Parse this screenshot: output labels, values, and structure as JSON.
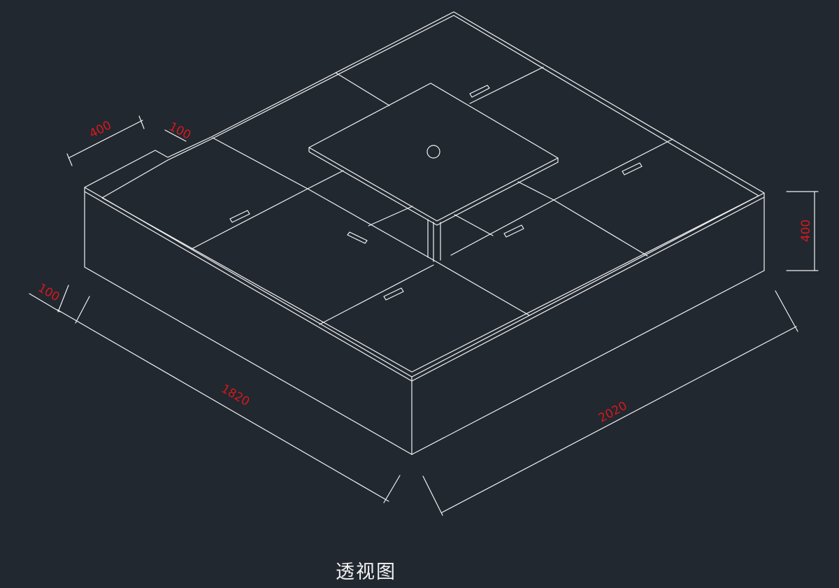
{
  "title": "透视图",
  "colors": {
    "background": "#212830",
    "line": "#f2f2f2",
    "dimension_text": "#d8181c"
  },
  "dimensions": {
    "top_width": "400",
    "top_gap": "100",
    "left_offset": "100",
    "left_length": "1820",
    "right_length": "2020",
    "height": "400"
  }
}
